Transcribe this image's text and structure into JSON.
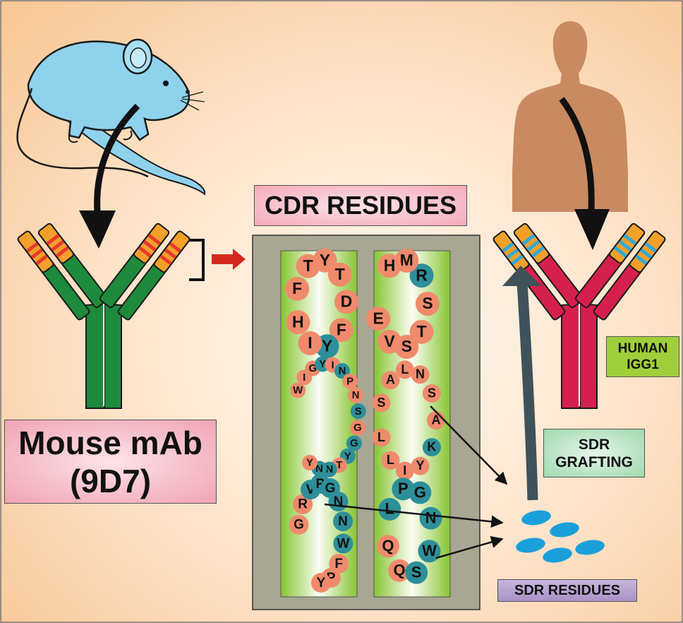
{
  "labels": {
    "cdr_title": "CDR RESIDUES",
    "mouse_line1": "Mouse mAb",
    "mouse_line2": "(9D7)",
    "human_line1": "HUMAN",
    "human_line2": "IGG1",
    "grafting_line1": "SDR",
    "grafting_line2": "GRAFTING",
    "sdr_residues": "SDR RESIDUES"
  },
  "residues": {
    "loop1": [
      {
        "t": "F",
        "c": "s"
      },
      {
        "t": "T",
        "c": "s"
      },
      {
        "t": "Y",
        "c": "s"
      },
      {
        "t": "T",
        "c": "s"
      },
      {
        "t": "D",
        "c": "s"
      },
      {
        "t": "F",
        "c": "s"
      },
      {
        "t": "Y",
        "c": "d"
      },
      {
        "t": "I",
        "c": "s"
      },
      {
        "t": "H",
        "c": "s"
      }
    ],
    "loop2": [
      {
        "t": "W",
        "c": "s"
      },
      {
        "t": "I",
        "c": "s"
      },
      {
        "t": "G",
        "c": "s"
      },
      {
        "t": "Y",
        "c": "d"
      },
      {
        "t": "I",
        "c": "s"
      },
      {
        "t": "N",
        "c": "d"
      },
      {
        "t": "P",
        "c": "s"
      },
      {
        "t": "N",
        "c": "s"
      },
      {
        "t": "S",
        "c": "d"
      },
      {
        "t": "G",
        "c": "s"
      },
      {
        "t": "G",
        "c": "d"
      },
      {
        "t": "Y",
        "c": "d"
      },
      {
        "t": "T",
        "c": "s"
      },
      {
        "t": "N",
        "c": "d"
      },
      {
        "t": "N",
        "c": "d"
      },
      {
        "t": "Y",
        "c": "s"
      }
    ],
    "loop3": [
      {
        "t": "G",
        "c": "s"
      },
      {
        "t": "R",
        "c": "s"
      },
      {
        "t": "V",
        "c": "d"
      },
      {
        "t": "P",
        "c": "d"
      },
      {
        "t": "G",
        "c": "d"
      },
      {
        "t": "N",
        "c": "d"
      },
      {
        "t": "N",
        "c": "d"
      },
      {
        "t": "W",
        "c": "d"
      },
      {
        "t": "F",
        "c": "s"
      },
      {
        "t": "P",
        "c": "s"
      },
      {
        "t": "Y",
        "c": "s"
      }
    ],
    "loop4": [
      {
        "t": "E",
        "c": "s"
      },
      {
        "t": "V",
        "c": "s"
      },
      {
        "t": "S",
        "c": "s"
      },
      {
        "t": "T",
        "c": "s"
      },
      {
        "t": "S",
        "c": "s"
      },
      {
        "t": "R",
        "c": "d"
      },
      {
        "t": "M",
        "c": "s"
      },
      {
        "t": "H",
        "c": "s"
      }
    ],
    "loop5": [
      {
        "t": "L",
        "c": "s"
      },
      {
        "t": "L",
        "c": "s"
      },
      {
        "t": "I",
        "c": "s"
      },
      {
        "t": "Y",
        "c": "s"
      },
      {
        "t": "K",
        "c": "d"
      },
      {
        "t": "A",
        "c": "s"
      },
      {
        "t": "S",
        "c": "s"
      },
      {
        "t": "N",
        "c": "s"
      },
      {
        "t": "L",
        "c": "s"
      },
      {
        "t": "A",
        "c": "s"
      },
      {
        "t": "S",
        "c": "s"
      }
    ],
    "loop6": [
      {
        "t": "Q",
        "c": "s"
      },
      {
        "t": "Q",
        "c": "s"
      },
      {
        "t": "S",
        "c": "d"
      },
      {
        "t": "W",
        "c": "d"
      },
      {
        "t": "N",
        "c": "d"
      },
      {
        "t": "G",
        "c": "d"
      },
      {
        "t": "P",
        "c": "d"
      },
      {
        "t": "L",
        "c": "d"
      }
    ]
  },
  "colors": {
    "salmon": "#f08a6c",
    "teal": "#2d8f9a",
    "mouse_green": "#1e8a3c",
    "human_red": "#d5204e",
    "orange_tip": "#f2a02a",
    "mouse_band": "#e63b2e",
    "human_band": "#35a9d6",
    "sdr_blob": "#1a9fdb",
    "mouse_body": "#8fd2ec",
    "human_silhouette": "#c98a62"
  }
}
